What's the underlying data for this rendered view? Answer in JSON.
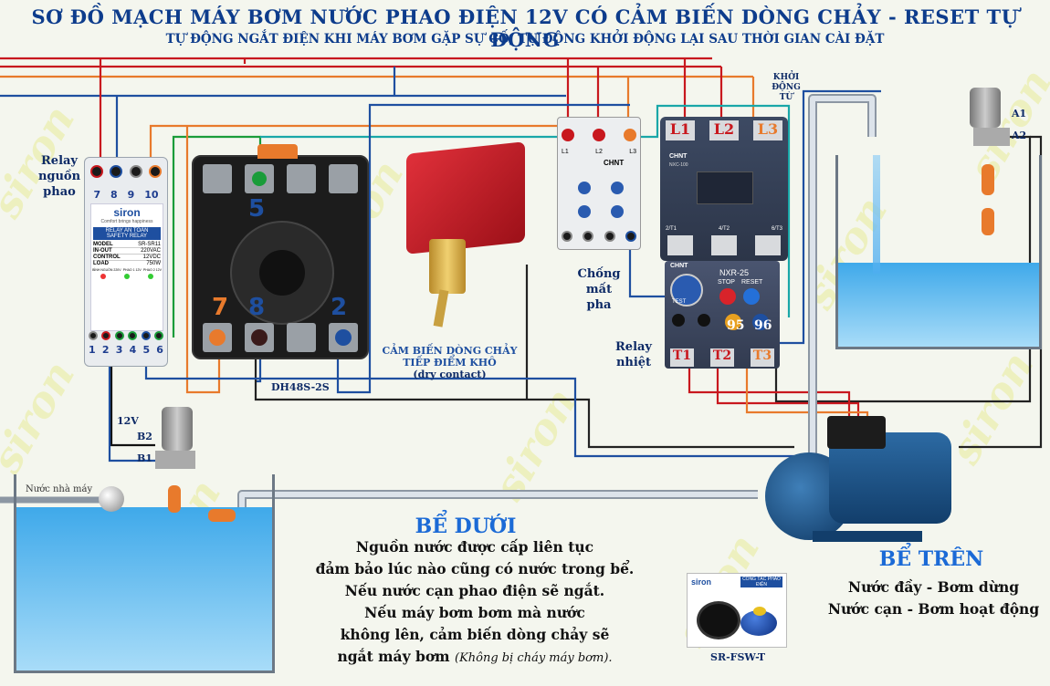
{
  "title": "SƠ ĐỒ MẠCH MÁY BƠM NƯỚC PHAO ĐIỆN 12V CÓ CẢM BIẾN DÒNG CHẢY - RESET TỰ ĐỘNG",
  "subtitle": "TỰ ĐỘNG NGẮT ĐIỆN KHI MÁY BƠM GẶP SỰ CỐ, TỰ ĐỘNG KHỞI ĐỘNG LẠI SAU THỜI GIAN CÀI ĐẶT",
  "watermark": "siron",
  "relay_label": [
    "Relay",
    "nguồn",
    "phao"
  ],
  "relay": {
    "top_terms": [
      "7",
      "8",
      "9",
      "10"
    ],
    "bottom_terms": [
      "1",
      "2",
      "3",
      "4",
      "5",
      "6"
    ],
    "brand": "siron",
    "brand_sub": "Comfort brings happiness",
    "name": "RELAY AN TOÀN",
    "sub": "SAFETY RELAY",
    "specs": [
      {
        "k": "MODEL",
        "v": "SR-SR11"
      },
      {
        "k": "IN-OUT",
        "v": "220VAC"
      },
      {
        "k": "CONTROL",
        "v": "12VDC"
      },
      {
        "k": "LOAD",
        "v": "750W"
      }
    ],
    "led_labels": [
      "BÌNH NGUỒN 220V",
      "PHAO 1 12V",
      "PHAO 2 12V"
    ]
  },
  "timer_socket": {
    "label": "DH48S-2S",
    "nums": [
      "5",
      "7",
      "8",
      "2"
    ]
  },
  "flow_sensor": {
    "l1": "CẢM BIẾN DÒNG CHẢY",
    "l2": "TIẾP ĐIỂM KHÔ",
    "l3": "(dry contact)"
  },
  "phase_relay": {
    "label": [
      "Chống",
      "mất",
      "pha"
    ],
    "brand": "CHNT",
    "terms": [
      "L1",
      "L2",
      "L3"
    ]
  },
  "contactor": {
    "label": [
      "KHỞI",
      "ĐỘNG",
      "TỪ"
    ],
    "brand": "CHNT",
    "model": "NXC-100",
    "top": [
      "L1",
      "L2",
      "L3"
    ],
    "bottom": [
      "2/T1",
      "4/T2",
      "6/T3"
    ]
  },
  "thermal_relay": {
    "label": [
      "Relay",
      "nhiệt"
    ],
    "brand": "CHNT",
    "model": "NXR-25",
    "stop": "STOP",
    "reset": "RESET",
    "test": "TEST",
    "nc95": "95",
    "nc96": "96",
    "out": [
      "T1",
      "T2",
      "T3"
    ]
  },
  "float_top": {
    "a1": "A1",
    "a2": "A2"
  },
  "float_bottom": {
    "v": "12V",
    "b2": "B2",
    "b1": "B1"
  },
  "inlet_label": "Nước nhà máy",
  "lower_tank": {
    "title": "BỂ DƯỚI",
    "lines": [
      "Nguồn nước được cấp liên tục",
      "đảm bảo lúc nào cũng có nước trong bể.",
      "Nếu nước cạn phao điện sẽ ngắt.",
      "Nếu máy bơm bơm mà nước",
      "không lên, cảm biến dòng chảy sẽ"
    ],
    "last_line": "ngắt máy bơm",
    "last_note": "(Không bị cháy máy bơm)."
  },
  "upper_tank": {
    "title": "BỂ TRÊN",
    "l1": "Nước đầy - Bơm dừng",
    "l2": "Nước cạn - Bơm hoạt động"
  },
  "product": {
    "label": "SR-FSW-T",
    "brand": "siron",
    "box_title": "CÔNG TẮC PHAO ĐIỆN"
  },
  "colors": {
    "title": "#0d3c8c",
    "red": "#c8181e",
    "blue": "#1e4fa0",
    "green": "#1a9c3a",
    "orange": "#e87a2c"
  }
}
